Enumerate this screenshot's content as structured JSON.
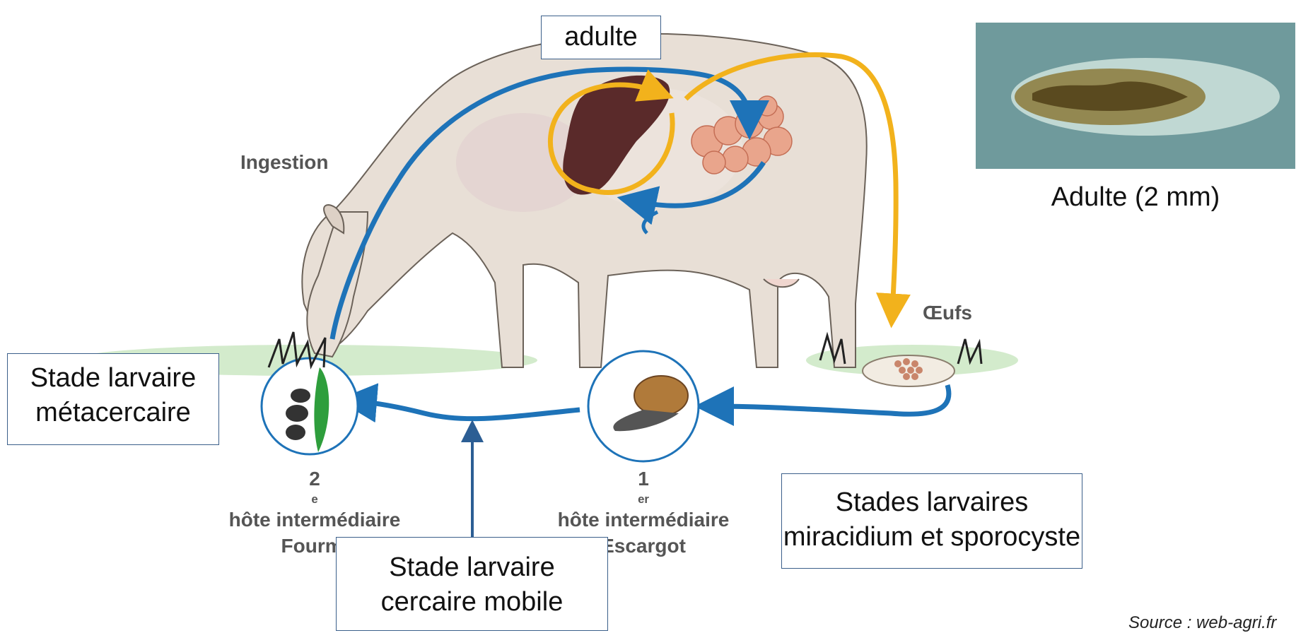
{
  "labels": {
    "adult_top": "adulte",
    "ingestion": "Ingestion",
    "eggs": "Œufs",
    "metacercaria": [
      "Stade larvaire",
      "métacercaire"
    ],
    "miracidium": [
      "Stades larvaires",
      "miracidium et sporocyste"
    ],
    "cercaria": [
      "Stade larvaire",
      "cercaire mobile"
    ],
    "host2_prefix": "2",
    "host2_sup": "e",
    "host2_line1_rest": " hôte intermédiaire",
    "host2_name": "Fourmi",
    "host1_prefix": "1",
    "host1_sup": "er",
    "host1_line1_rest": " hôte intermédiaire",
    "host1_name": "Escargot"
  },
  "photo": {
    "caption": "Adulte (2 mm)"
  },
  "source": "Source : web-agri.fr",
  "colors": {
    "blue_arrow": "#1e73b8",
    "yellow_arrow": "#f2b21c",
    "box_border": "#3b5f8a",
    "cow_body": "#e6dcd3",
    "liver": "#5a2a2a",
    "intestine": "#e9a58c",
    "grass": "#cfe8c8"
  }
}
